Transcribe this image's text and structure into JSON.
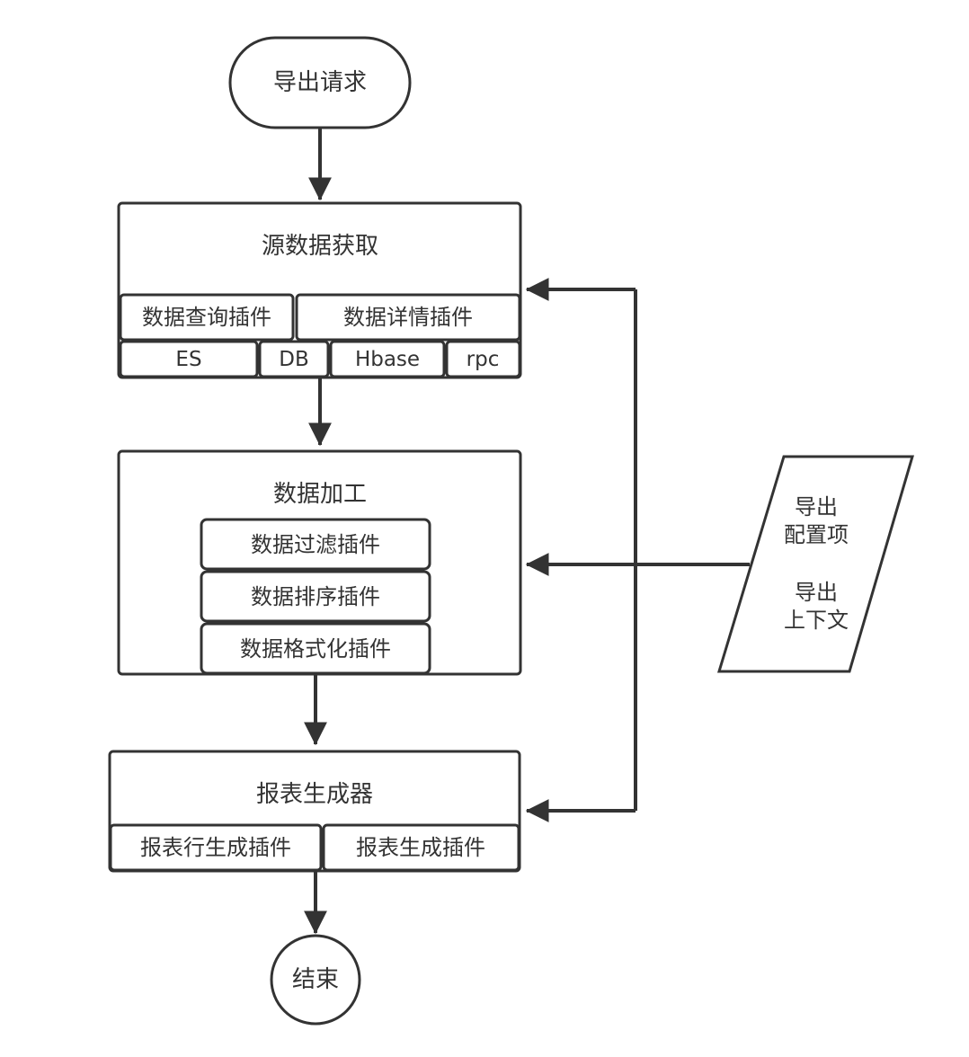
{
  "nodes": {
    "export_request": "导出请求",
    "source_fetch": {
      "title": "源数据获取",
      "plugins": [
        "数据查询插件",
        "数据详情插件"
      ],
      "sources": [
        "ES",
        "DB",
        "Hbase",
        "rpc"
      ]
    },
    "data_processing": {
      "title": "数据加工",
      "plugins": [
        "数据过滤插件",
        "数据排序插件",
        "数据格式化插件"
      ]
    },
    "report_generator": {
      "title": "报表生成器",
      "plugins": [
        "报表行生成插件",
        "报表生成插件"
      ]
    },
    "end": "结束",
    "config_input": {
      "line1": "导出",
      "line2": "配置项",
      "line3": "导出",
      "line4": "上下文"
    }
  },
  "colors": {
    "stroke": "#333333",
    "fill": "#ffffff",
    "text": "#333333"
  }
}
